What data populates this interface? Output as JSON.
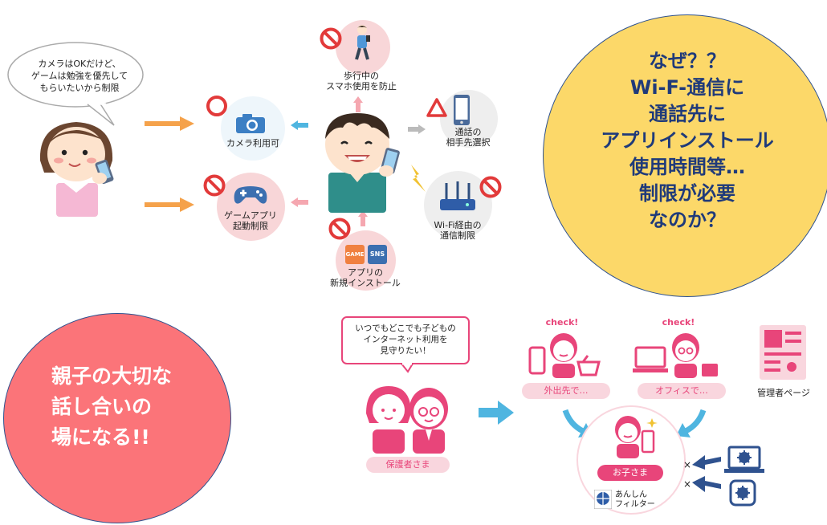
{
  "top_diagram": {
    "speech": "カメラはOKだけど、\nゲームは勉強を優先して\nもらいたいから制限",
    "camera_label": "カメラ利用可",
    "game_label": "ゲームアプリ\n起動制限",
    "walking_label": "歩行中の\nスマホ使用を防止",
    "call_label": "通話の\n相手先選択",
    "wifi_label": "Wi-Fi経由の\n通信制限",
    "apps_label": "アプリの\n新規インストール",
    "game_tag": "GAME",
    "sns_tag": "SNS"
  },
  "yellow_callout": {
    "text": "なぜ？？\nWi-F-通信に\n通話先に\nアプリインストール\n使用時間等…\n制限が必要\nなのか？",
    "color": "#fcd869"
  },
  "red_callout": {
    "text": "親子の大切な\n話し合いの\n場になる!!",
    "color": "#fb7479"
  },
  "bottom_diagram": {
    "parents_speech": "いつでもどこでも子どもの\nインターネット利用を\n見守りたい！",
    "parents_label": "保護者さま",
    "check_left": "check!",
    "check_right": "check!",
    "outside_label": "外出先で…",
    "office_label": "オフィスで…",
    "admin_label": "管理者ページ",
    "child_label": "お子さま",
    "filter_label": "あんしん\nフィルター",
    "accent": "#e8457a"
  }
}
